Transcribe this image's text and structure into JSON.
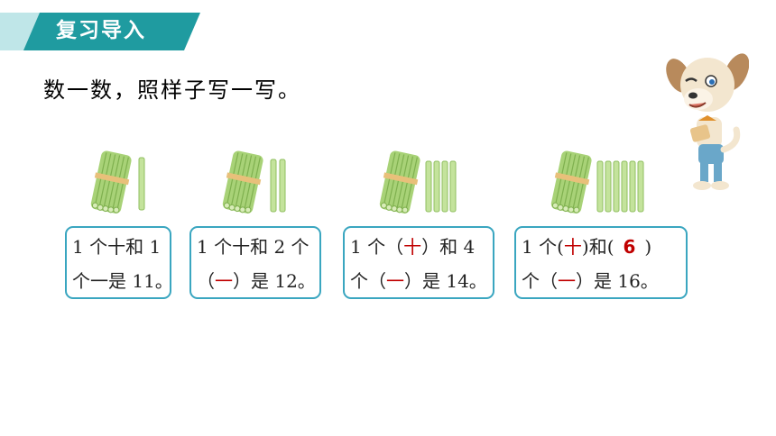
{
  "header": {
    "title": "复习导入"
  },
  "instruction": "数一数，照样子写一写。",
  "colors": {
    "banner_teal": "#1f9ba0",
    "banner_light": "#bfe6e8",
    "card_border": "#3aa6c0",
    "answer_red": "#c00000",
    "stick_green": "#a8d277"
  },
  "items": [
    {
      "sticks": {
        "bundles": 1,
        "singles": 1
      },
      "line1": "1 个十和 1",
      "line2": "个一是 11。"
    },
    {
      "sticks": {
        "bundles": 1,
        "singles": 2
      },
      "line1": "1 个十和 2 个",
      "line2_open": "（",
      "line2_ans": "一",
      "line2_close": "）是 12。"
    },
    {
      "sticks": {
        "bundles": 1,
        "singles": 4
      },
      "line1_a": "1 个（",
      "line1_ans": "十",
      "line1_b": "）和 4",
      "line2_a": "个（",
      "line2_ans": "一",
      "line2_b": "）是 14。"
    },
    {
      "sticks": {
        "bundles": 1,
        "singles": 6
      },
      "line1_a": "1 个(",
      "line1_ans": "十",
      "line1_b": ")和(",
      "line1_ans2": "6",
      "line1_c": ")",
      "line2_a": "个（",
      "line2_ans": "一",
      "line2_b": "）是 16。"
    }
  ]
}
